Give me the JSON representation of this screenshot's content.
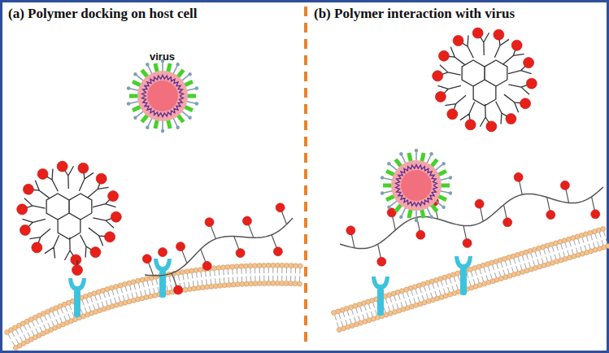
{
  "diagram": {
    "labels": [
      "(a) Polymer docking on host cell",
      "virus",
      "(b) Polymer interaction with virus"
    ]
  }
}
